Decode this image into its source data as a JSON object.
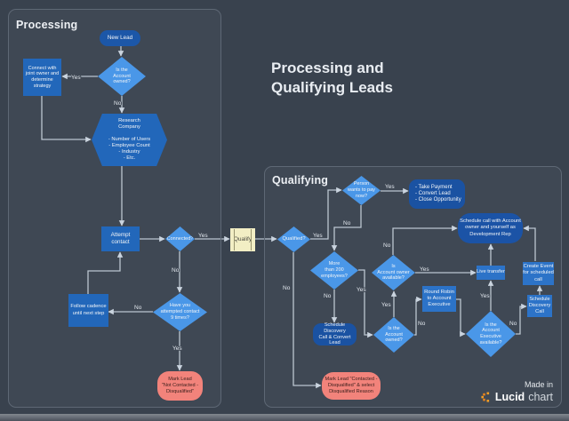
{
  "title": "Processing and\nQualifying Leads",
  "panels": {
    "processing": "Processing",
    "qualifying": "Qualifying"
  },
  "colors": {
    "background": "#39424E",
    "diamond_blue": "#4A97E8",
    "process_blue": "#2267BA",
    "navy_blue": "#1A52A2",
    "terminator_red": "#F2837B",
    "qualify_yellow": "#F2EEC4",
    "wire_gray": "#B9C4D0",
    "lucid_orange": "#F29D25"
  },
  "nodes": {
    "new_lead": {
      "label": "New Lead"
    },
    "is_account_owned_p": {
      "label": "Is the\nAccount\nowned?"
    },
    "connect_joint_owner": {
      "label": "Connect with\njoint owner and\ndetermine\nstrategy"
    },
    "research_company": {
      "label": "Research\nCompany\n\n- Number of Users\n- Employee Count\n- Industry\n- Etc."
    },
    "attempt_contact": {
      "label": "Attempt\ncontact"
    },
    "connected": {
      "label": "Connected?"
    },
    "follow_cadence": {
      "label": "Follow cadence\nuntil next step"
    },
    "attempted_9_times": {
      "label": "Have you\nattempted contact\n9 times?"
    },
    "mark_lead_not_contacted": {
      "label": "Mark Lead\n\"Not Contacted -\nDisqualified\""
    },
    "qualify": {
      "label": "Qualify"
    },
    "qualified": {
      "label": "Qualified?"
    },
    "person_pay_now": {
      "label": "Person\nwants to pay\nnow?"
    },
    "take_payment": {
      "label": "- Take Payment\n- Convert Lead\n- Close Opportunity"
    },
    "more_than_200": {
      "label": "More\nthan 200\nemployees?"
    },
    "schedule_discovery_convert": {
      "label": "Schedule Discovery\nCall & Convert Lead"
    },
    "account_owner_available": {
      "label": "Is\nAccount owner\navailable?"
    },
    "schedule_call_account_owner": {
      "label": "Schedule call with Account\nowner and yourself as\nDevelopment Rep"
    },
    "live_transfer": {
      "label": "Live transfer"
    },
    "round_robin": {
      "label": "Round Robin\nto Account\nExecutive"
    },
    "create_event": {
      "label": "Create Event\nfor scheduled\ncall"
    },
    "schedule_discovery_call": {
      "label": "Schedule\nDiscovery\nCall"
    },
    "is_account_owned_q": {
      "label": "Is the\nAccount\nowned?"
    },
    "account_executive_available": {
      "label": "Is the\nAccount\nExecutive\navailable?"
    },
    "mark_lead_contacted": {
      "label": "Mark Lead \"Contacted -\nDisqualified\" & select\nDisqualified Reason"
    }
  },
  "edge_labels": {
    "owned_yes": "Yes",
    "owned_no": "No",
    "connected_yes": "Yes",
    "connected_no": "No",
    "attempted_no": "No",
    "attempted_yes": "Yes",
    "qualified_yes": "Yes",
    "qualified_no": "No",
    "pay_yes": "Yes",
    "pay_no": "No",
    "emp200_no": "No",
    "emp200_yes": "Yes",
    "owned_q_yes": "Yes",
    "owned_q_no": "No",
    "ae_avail_yes": "Yes",
    "owner_avail_yes": "Yes",
    "owner_avail_no": "No",
    "ae_avail_no": "No"
  },
  "footer": {
    "made_in": "Made in",
    "brand_bold": "Lucid",
    "brand_light": "chart"
  }
}
